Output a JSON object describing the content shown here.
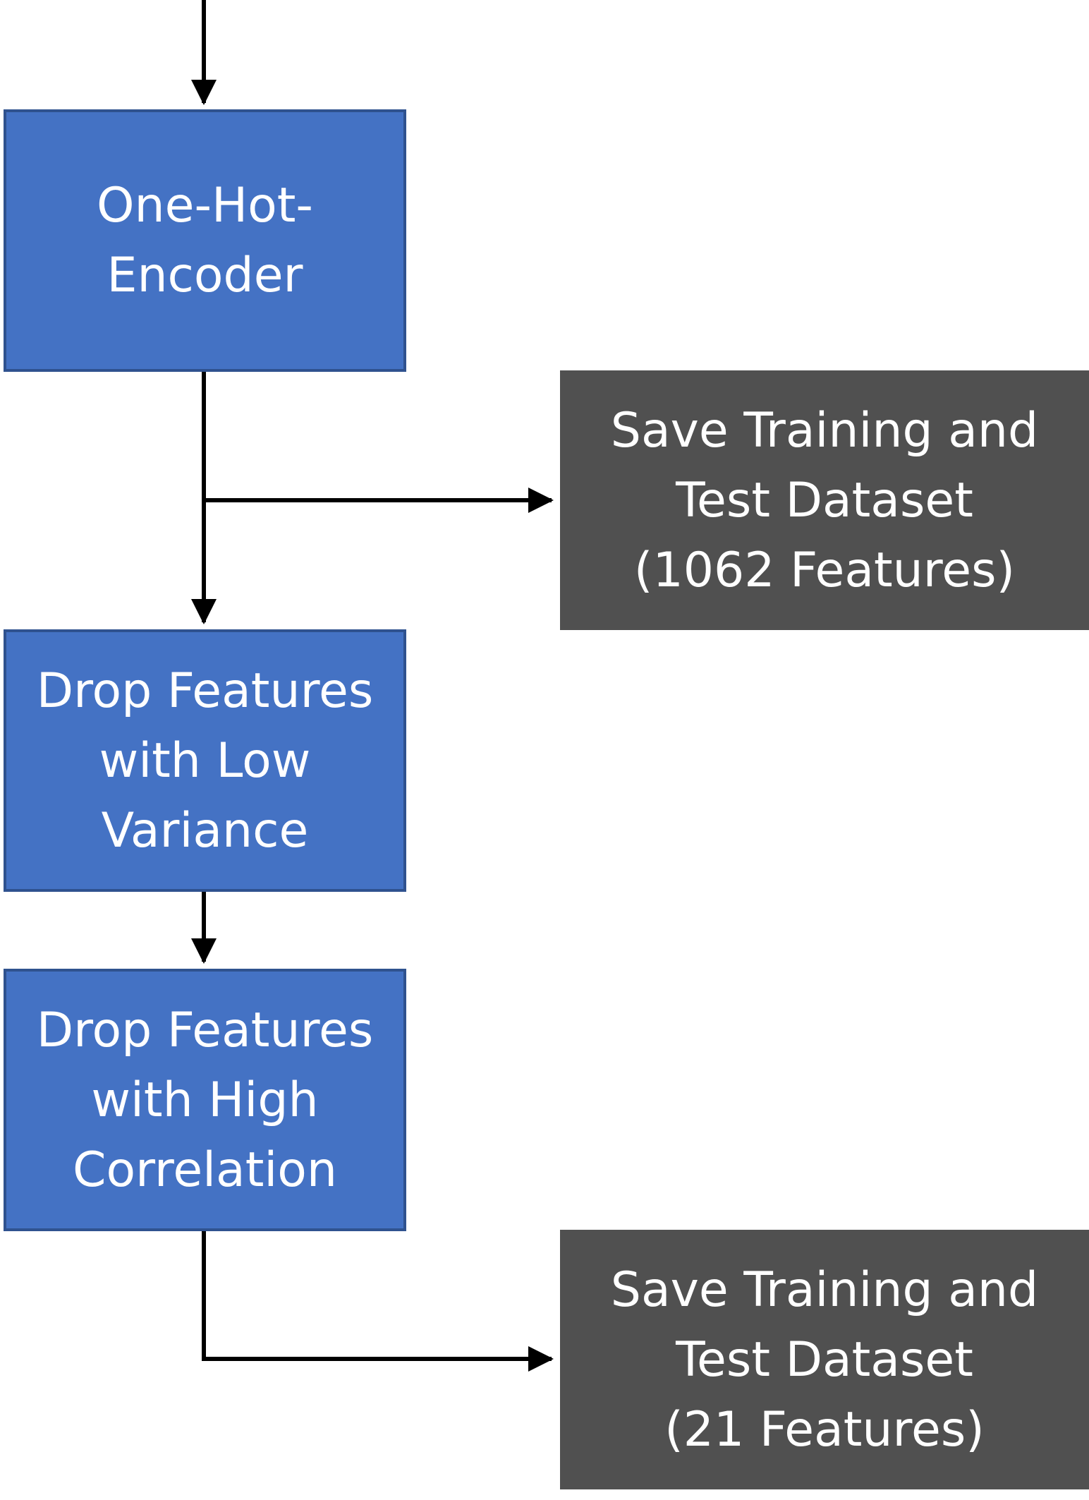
{
  "diagram": {
    "nodes": {
      "one_hot_encoder": {
        "label": "One-Hot-\nEncoder"
      },
      "save_full": {
        "label": "Save Training and\nTest Dataset\n(1062 Features)"
      },
      "drop_low_variance": {
        "label": "Drop Features\nwith Low\nVariance"
      },
      "drop_high_correlation": {
        "label": "Drop Features\nwith High\nCorrelation"
      },
      "save_reduced": {
        "label": "Save Training and\nTest Dataset\n(21 Features)"
      }
    },
    "edges": [
      {
        "from": "",
        "to": "one_hot_encoder"
      },
      {
        "from": "one_hot_encoder",
        "to": "save_full"
      },
      {
        "from": "one_hot_encoder",
        "to": "drop_low_variance"
      },
      {
        "from": "drop_low_variance",
        "to": "drop_high_correlation"
      },
      {
        "from": "drop_high_correlation",
        "to": "save_reduced"
      }
    ],
    "colors": {
      "process_fill": "#4472c4",
      "process_border": "#2f528f",
      "output_fill": "#505050",
      "text": "#ffffff",
      "connector": "#000000"
    }
  }
}
